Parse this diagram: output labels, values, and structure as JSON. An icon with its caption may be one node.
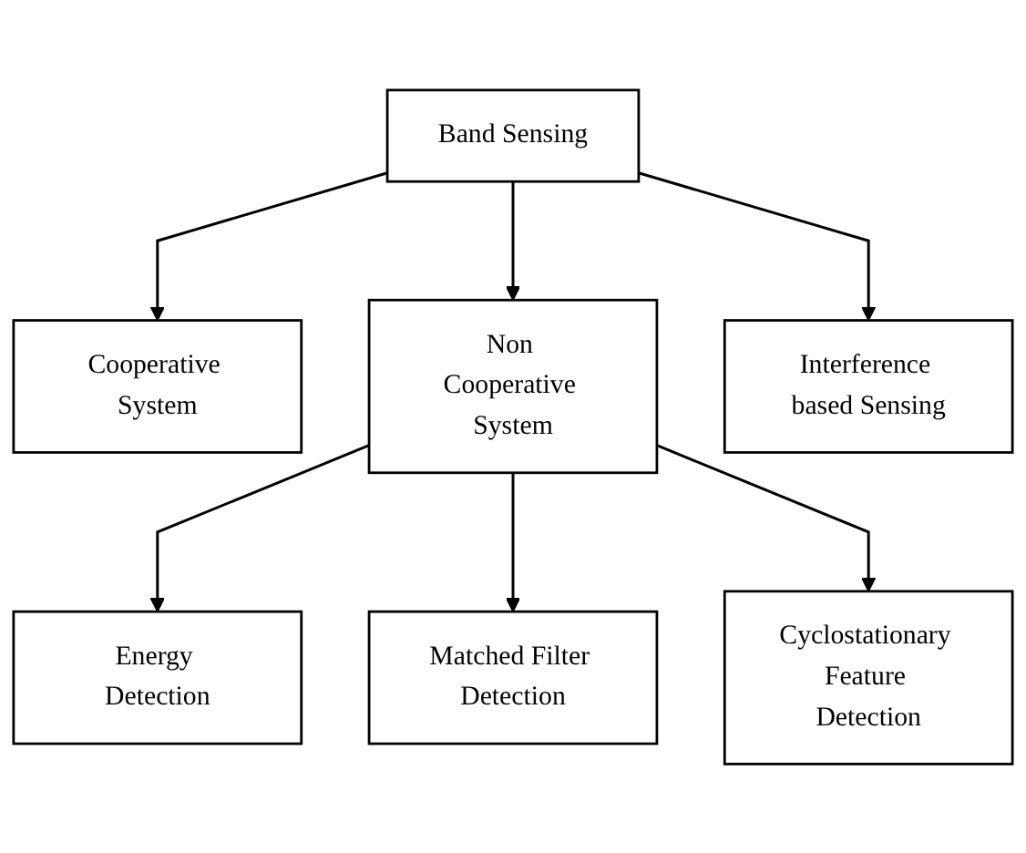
{
  "diagram": {
    "nodes": [
      {
        "text": [
          "Band Sensing"
        ]
      },
      {
        "text": [
          "Cooperative System"
        ]
      },
      {
        "text": [
          "Non Cooperative System"
        ]
      },
      {
        "text": [
          "Interference based Sensing"
        ]
      },
      {
        "text": [
          "Energy Detection"
        ]
      },
      {
        "text": [
          "Matched Filter Detection"
        ]
      },
      {
        "text": [
          "Cyclostationary Feature Detection"
        ]
      }
    ],
    "edges": [
      {
        "from": 0,
        "to": 1,
        "arrow": "to"
      },
      {
        "from": 0,
        "to": 2,
        "arrow": "to"
      },
      {
        "from": 0,
        "to": 3,
        "arrow": "to"
      },
      {
        "from": 2,
        "to": 4,
        "arrow": "to"
      },
      {
        "from": 2,
        "to": 5,
        "arrow": "to"
      },
      {
        "from": 2,
        "to": 6,
        "arrow": "to"
      }
    ]
  }
}
